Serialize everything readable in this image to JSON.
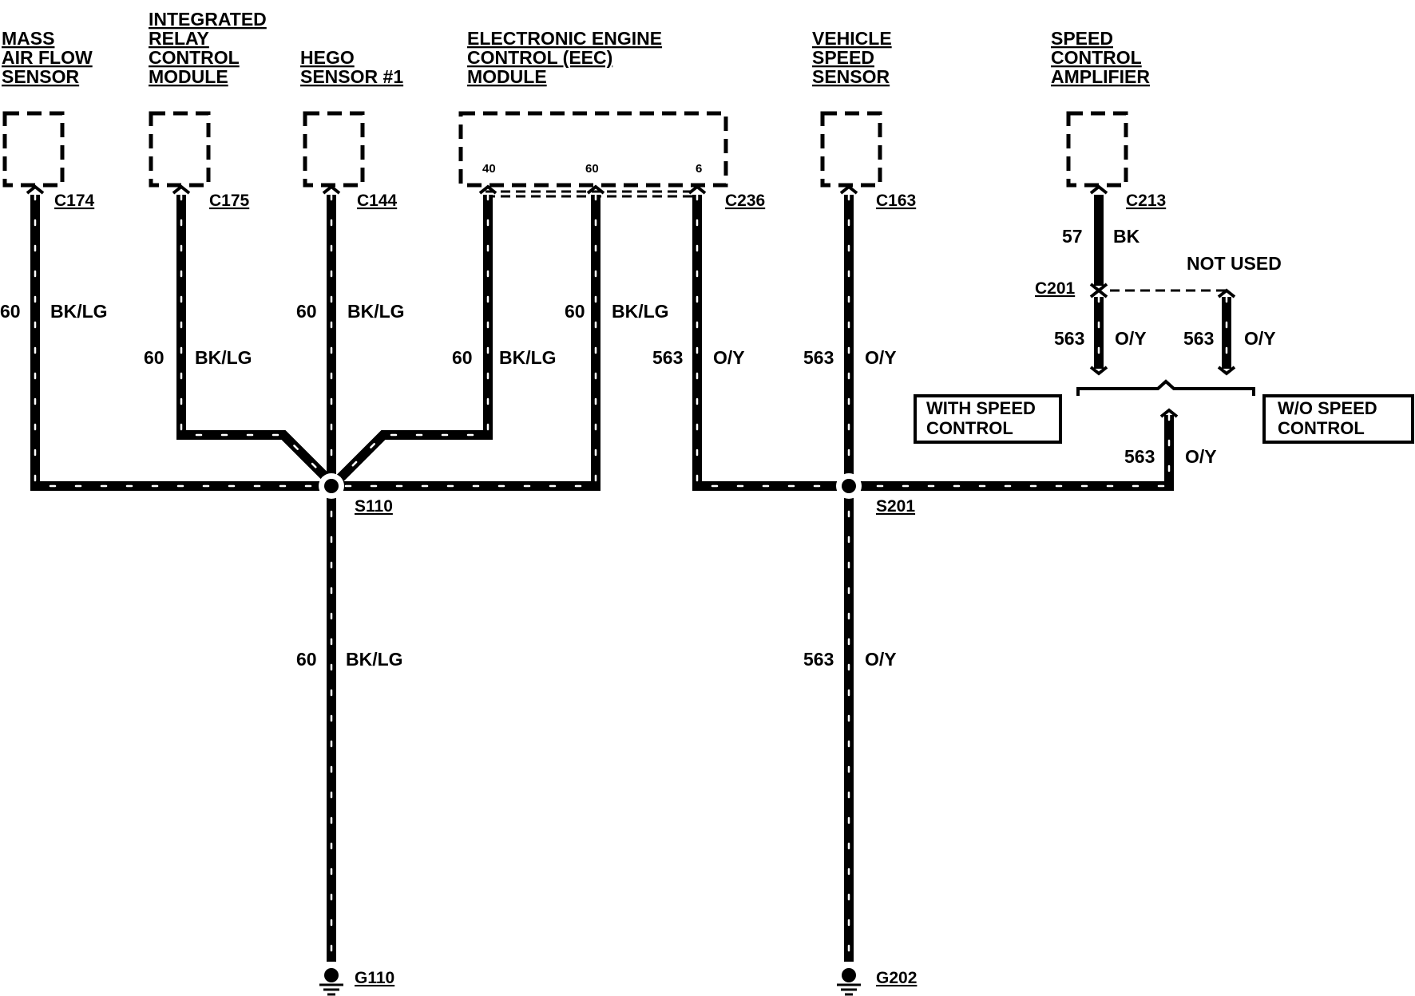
{
  "components": {
    "maf": [
      "MASS",
      "AIR FLOW",
      "SENSOR"
    ],
    "irc": [
      "INTEGRATED",
      "RELAY",
      "CONTROL",
      "MODULE"
    ],
    "hego": [
      "HEGO",
      "SENSOR #1"
    ],
    "eec": [
      "ELECTRONIC ENGINE",
      "CONTROL (EEC)",
      "MODULE"
    ],
    "vss": [
      "VEHICLE",
      "SPEED",
      "SENSOR"
    ],
    "sca": [
      "SPEED",
      "CONTROL",
      "AMPLIFIER"
    ]
  },
  "connectors": {
    "c174": "C174",
    "c175": "C175",
    "c144": "C144",
    "c236": "C236",
    "c163": "C163",
    "c213": "C213",
    "c201": "C201"
  },
  "pins": {
    "p40": "40",
    "p60": "60",
    "p6": "6"
  },
  "wires": {
    "c60": "60",
    "c563": "563",
    "c57": "57",
    "bklg": "BK/LG",
    "oy": "O/Y",
    "bk": "BK"
  },
  "splices": {
    "s110": "S110",
    "s201": "S201"
  },
  "grounds": {
    "g110": "G110",
    "g202": "G202"
  },
  "notes": {
    "not_used": "NOT USED",
    "with_speed_control": [
      "WITH SPEED",
      "CONTROL"
    ],
    "without_speed_control": [
      "W/O SPEED",
      "CONTROL"
    ]
  }
}
